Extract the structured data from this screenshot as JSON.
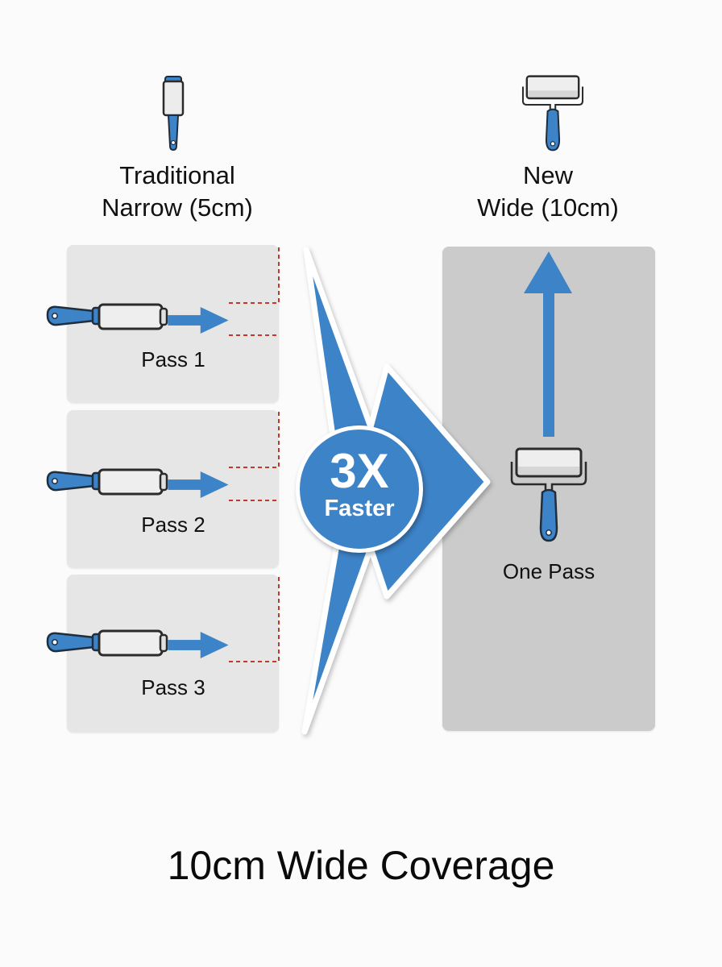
{
  "columns": {
    "traditional": {
      "title_line1": "Traditional",
      "title_line2": "Narrow (5cm)",
      "icon": "narrow-lint-roller-icon",
      "passes": [
        {
          "label": "Pass 1"
        },
        {
          "label": "Pass 2"
        },
        {
          "label": "Pass 3"
        }
      ]
    },
    "new": {
      "title_line1": "New",
      "title_line2": "Wide (10cm)",
      "icon": "wide-roller-icon",
      "pass_label": "One Pass"
    }
  },
  "badge": {
    "value": "3X",
    "label": "Faster"
  },
  "caption": "10cm Wide Coverage",
  "colors": {
    "accent_blue": "#3d83c7",
    "panel_light": "#e6e6e6",
    "panel_dark": "#cbcbcb",
    "dash_red": "#c0392b",
    "outline": "#2b2b2b"
  }
}
